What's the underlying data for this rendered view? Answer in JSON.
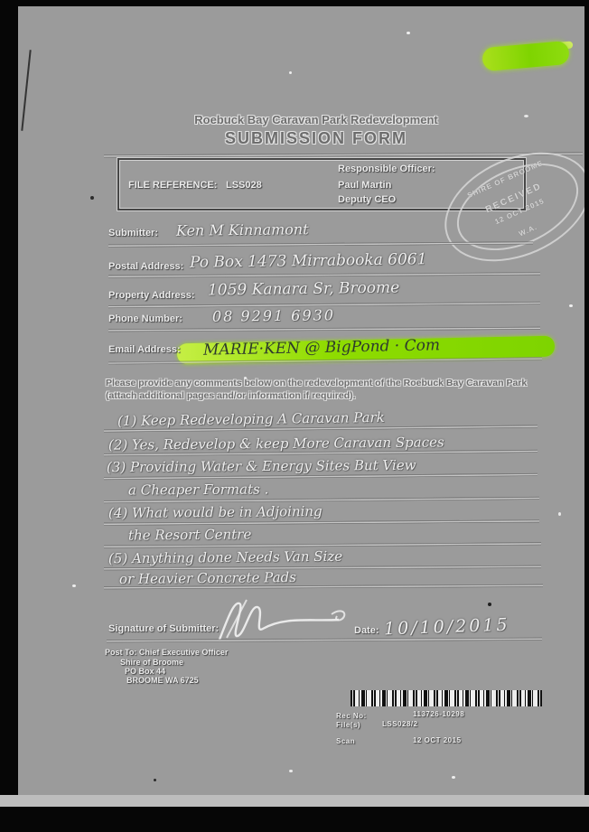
{
  "title": {
    "line1": "Roebuck Bay Caravan Park Redevelopment",
    "line2": "SUBMISSION FORM"
  },
  "reference_box": {
    "file_reference_label": "FILE REFERENCE:",
    "file_reference_value": "LSS028",
    "responsible_officer_label": "Responsible Officer:",
    "responsible_officer_name": "Paul Martin",
    "responsible_officer_title": "Deputy CEO"
  },
  "stamp": {
    "arc_top": "SHIRE OF BROOME",
    "center1": "RECEIVED",
    "center2": "12 OCT 2015",
    "bottom": "W.A."
  },
  "fields": [
    {
      "label": "Submitter:",
      "value": "Ken M  Kinnamont"
    },
    {
      "label": "Postal Address:",
      "value": "Po Box 1473  Mirrabooka  6061"
    },
    {
      "label": "Property Address:",
      "value": "1059  Kanara  Sr,  Broome"
    },
    {
      "label": "Phone Number:",
      "value": "08 9291 6930"
    },
    {
      "label": "Email Address:",
      "value": "MARIE·KEN @ BigPond · Com"
    }
  ],
  "instructions": "Please provide any comments below on the redevelopment of the Roebuck Bay Caravan Park (attach additional pages and/or information if required).",
  "comments": {
    "lines": [
      "(1)  Keep  Redeveloping  A  Caravan  Park",
      "(2)  Yes,  Redevelop  &  keep  More  Caravan  Spaces",
      "(3)  Providing  Water  &  Energy  Sites  But  View",
      "a  Cheaper  Formats .",
      "(4)  What  would  be  in  Adjoining",
      "the  Resort  Centre",
      "(5)  Anything  done  Needs  Van  Size",
      "or  Heavier  Concrete  Pads"
    ]
  },
  "signature": {
    "label": "Signature of Submitter:",
    "date_label": "Date:",
    "date_value": "10/10/2015"
  },
  "post_to": {
    "line1": "Post To: Chief Executive Officer",
    "line2": "Shire of Broome",
    "line3": "PO Box 44",
    "line4": "BROOME  WA  6725"
  },
  "received": {
    "rows": [
      {
        "label": "Rec No:",
        "value": "113726-10298"
      },
      {
        "label": "File(s)",
        "value": "LSS028/2"
      },
      {
        "label": "Scan",
        "value": "12 OCT 2015"
      }
    ]
  },
  "colors": {
    "highlight_green": "#8fdc00",
    "paper_gray": "#9b9b9b"
  }
}
